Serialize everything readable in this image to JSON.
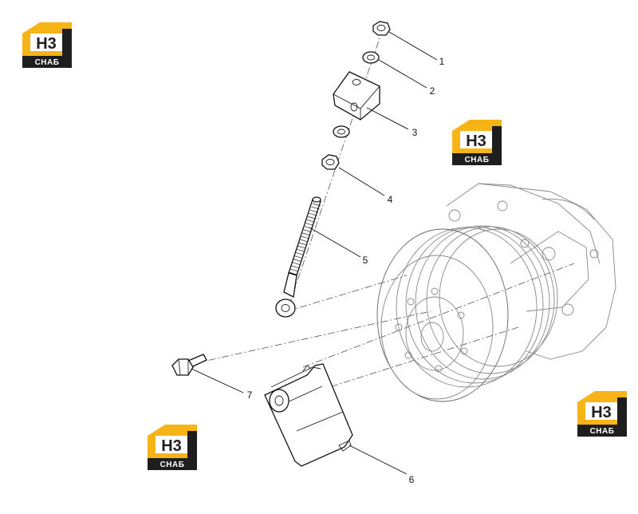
{
  "logo": {
    "mark": "H3",
    "sub": "СНАБ",
    "colors": {
      "yellow": "#f6b416",
      "dark": "#1e1e1e"
    }
  },
  "callouts": [
    {
      "id": "nut",
      "label": "1"
    },
    {
      "id": "washer",
      "label": "2"
    },
    {
      "id": "bracket-block",
      "label": "3"
    },
    {
      "id": "lower-nut",
      "label": "4"
    },
    {
      "id": "threaded-rod",
      "label": "5"
    },
    {
      "id": "mounting-plate",
      "label": "6"
    },
    {
      "id": "bolt",
      "label": "7"
    }
  ]
}
